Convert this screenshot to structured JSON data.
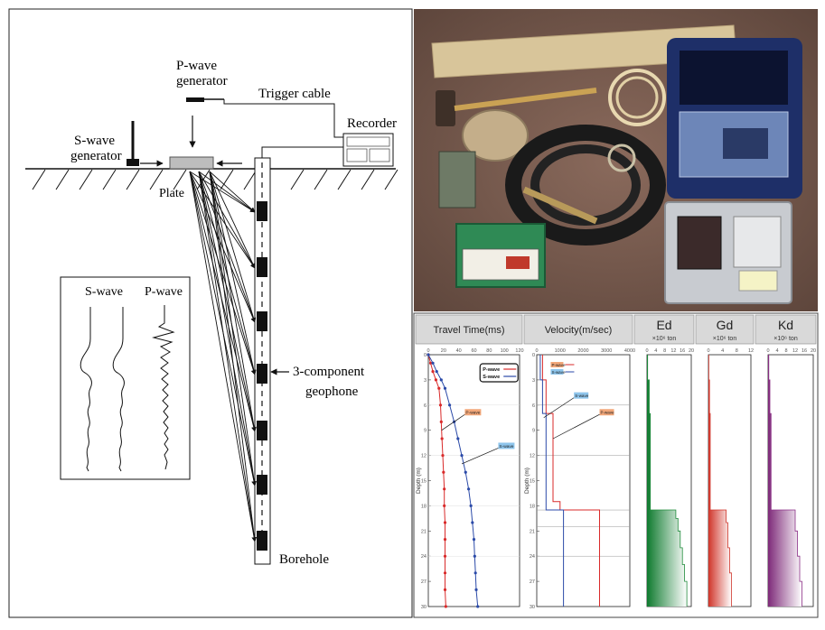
{
  "schematic": {
    "p_wave_generator": [
      "P-wave",
      "generator"
    ],
    "trigger_cable": "Trigger cable",
    "recorder": "Recorder",
    "s_wave_generator": [
      "S-wave",
      "generator"
    ],
    "plate": "Plate",
    "geophone": [
      "3-component",
      "geophone"
    ],
    "borehole": "Borehole",
    "waveform_box": {
      "s_wave": "S-wave",
      "p_wave": "P-wave"
    }
  },
  "panels": [
    {
      "title": "Travel Time(ms)",
      "subtitle": ""
    },
    {
      "title": "Velocity(m/sec)",
      "subtitle": ""
    },
    {
      "title": "Ed",
      "subtitle": "×10⁶ ton"
    },
    {
      "title": "Gd",
      "subtitle": "×10⁶ ton"
    },
    {
      "title": "Kd",
      "subtitle": "×10⁶ ton"
    }
  ],
  "chart_data": [
    {
      "type": "line",
      "panel": "Travel Time(ms)",
      "xlim": [
        0,
        120
      ],
      "ylim": [
        0,
        30
      ],
      "ylabel": "Depth (m)",
      "legend": [
        "P-wave",
        "S-wave"
      ],
      "annotations": [
        "P-wave",
        "S-wave"
      ],
      "series": [
        {
          "name": "P-wave",
          "color": "#d92a2a",
          "points": [
            [
              0,
              0
            ],
            [
              3,
              1
            ],
            [
              6,
              2
            ],
            [
              10,
              3
            ],
            [
              14,
              4
            ],
            [
              16,
              6
            ],
            [
              17,
              8
            ],
            [
              18,
              10
            ],
            [
              19,
              12
            ],
            [
              20,
              14
            ],
            [
              21,
              16
            ],
            [
              21,
              18
            ],
            [
              22,
              20
            ],
            [
              22,
              22
            ],
            [
              22,
              24
            ],
            [
              22,
              26
            ],
            [
              22,
              28
            ],
            [
              23,
              30
            ]
          ]
        },
        {
          "name": "S-wave",
          "color": "#2b4aa8",
          "points": [
            [
              0,
              0
            ],
            [
              6,
              1
            ],
            [
              11,
              2
            ],
            [
              17,
              3
            ],
            [
              22,
              4
            ],
            [
              28,
              6
            ],
            [
              34,
              8
            ],
            [
              39,
              10
            ],
            [
              44,
              12
            ],
            [
              49,
              14
            ],
            [
              53,
              16
            ],
            [
              56,
              18
            ],
            [
              58,
              20
            ],
            [
              60,
              22
            ],
            [
              61,
              24
            ],
            [
              62,
              26
            ],
            [
              63,
              28
            ],
            [
              65,
              30
            ]
          ]
        }
      ]
    },
    {
      "type": "line",
      "panel": "Velocity(m/sec)",
      "xlim": [
        0,
        4000
      ],
      "ylim": [
        0,
        30
      ],
      "ylabel": "Depth (m)",
      "legend": [
        "P-wave",
        "S-wave"
      ],
      "annotations": [
        "S-wave",
        "P-wave"
      ],
      "series": [
        {
          "name": "P-wave",
          "color": "#d92a2a",
          "points": [
            [
              250,
              0
            ],
            [
              250,
              3
            ],
            [
              400,
              3
            ],
            [
              400,
              7
            ],
            [
              700,
              7
            ],
            [
              700,
              17.5
            ],
            [
              1000,
              17.5
            ],
            [
              1000,
              18.5
            ],
            [
              2700,
              18.5
            ],
            [
              2700,
              30
            ]
          ]
        },
        {
          "name": "S-wave",
          "color": "#2b4aa8",
          "points": [
            [
              150,
              0
            ],
            [
              150,
              3
            ],
            [
              250,
              3
            ],
            [
              250,
              7
            ],
            [
              400,
              7
            ],
            [
              400,
              18.5
            ],
            [
              1150,
              18.5
            ],
            [
              1150,
              30
            ]
          ]
        }
      ]
    },
    {
      "type": "area",
      "panel": "Ed",
      "xlim": [
        0,
        20
      ],
      "ylim": [
        0,
        30
      ],
      "color": "#1e8a3a",
      "steps": [
        [
          0,
          0.3
        ],
        [
          3,
          0.3
        ],
        [
          3,
          1.0
        ],
        [
          7,
          1.0
        ],
        [
          7,
          1.5
        ],
        [
          18.5,
          1.5
        ],
        [
          18.5,
          13
        ],
        [
          19.5,
          13
        ],
        [
          19.5,
          14
        ],
        [
          21,
          14
        ],
        [
          21,
          15
        ],
        [
          23,
          15
        ],
        [
          23,
          16
        ],
        [
          25,
          16
        ],
        [
          25,
          17
        ],
        [
          27,
          17
        ],
        [
          27,
          18
        ],
        [
          30,
          18
        ]
      ]
    },
    {
      "type": "area",
      "panel": "Gd",
      "xlim": [
        0,
        12
      ],
      "ylim": [
        0,
        30
      ],
      "color": "#d0352a",
      "steps": [
        [
          0,
          0.1
        ],
        [
          3,
          0.1
        ],
        [
          3,
          0.3
        ],
        [
          7,
          0.3
        ],
        [
          7,
          0.5
        ],
        [
          18.5,
          0.5
        ],
        [
          18.5,
          5.0
        ],
        [
          20,
          5.0
        ],
        [
          20,
          5.5
        ],
        [
          23,
          5.5
        ],
        [
          23,
          6.0
        ],
        [
          26,
          6.0
        ],
        [
          26,
          6.5
        ],
        [
          30,
          6.5
        ]
      ]
    },
    {
      "type": "area",
      "panel": "Kd",
      "xlim": [
        0,
        20
      ],
      "ylim": [
        0,
        30
      ],
      "color": "#8b2e86",
      "steps": [
        [
          0,
          0.3
        ],
        [
          3,
          0.3
        ],
        [
          3,
          0.8
        ],
        [
          7,
          0.8
        ],
        [
          7,
          1.3
        ],
        [
          18.5,
          1.3
        ],
        [
          18.5,
          12
        ],
        [
          21,
          12
        ],
        [
          21,
          13
        ],
        [
          24,
          13
        ],
        [
          24,
          14
        ],
        [
          27,
          14
        ],
        [
          27,
          15
        ],
        [
          30,
          15
        ]
      ]
    }
  ]
}
